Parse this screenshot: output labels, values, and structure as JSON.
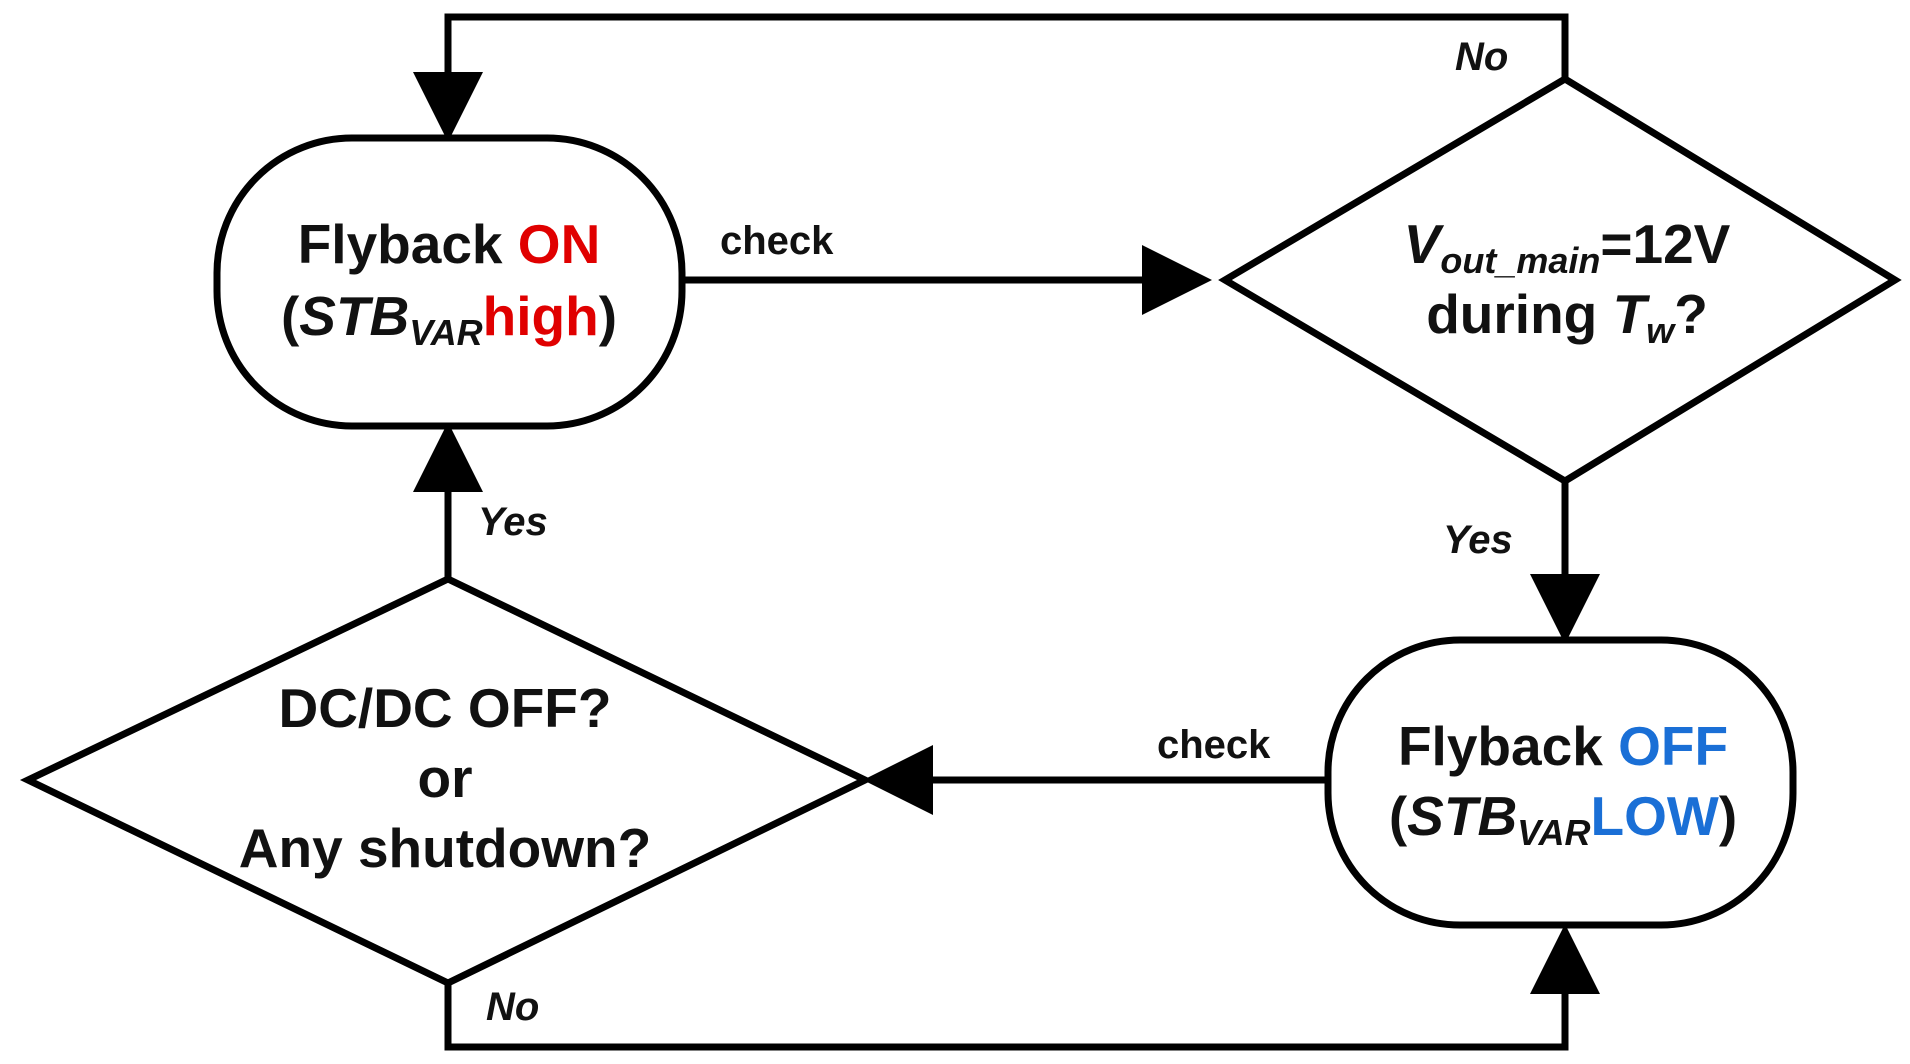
{
  "colors": {
    "stroke": "#000000",
    "text": "#111111",
    "on_accent": "#e00000",
    "off_accent": "#1a6fd6"
  },
  "state_on": {
    "line1_prefix": "Flyback ",
    "line1_accent": "ON",
    "paren_open": "(",
    "stb": "STB",
    "stb_sub": "VAR",
    "line2_accent": "high",
    "paren_close": ")"
  },
  "state_off": {
    "line1_prefix": "Flyback ",
    "line1_accent": "OFF",
    "paren_open": "(",
    "stb": "STB",
    "stb_sub": "VAR",
    "line2_accent": "LOW",
    "paren_close": ")"
  },
  "decision_vout": {
    "v": "V",
    "v_sub": "out_main",
    "eq": "=12V",
    "line2_prefix": "during ",
    "t": "T",
    "t_sub": "w",
    "q": "?"
  },
  "decision_dcdc": {
    "line1": "DC/DC OFF?",
    "line2": "or",
    "line3": "Any shutdown?"
  },
  "edges": {
    "check_top": "check",
    "check_bottom": "check",
    "no_top": "No",
    "yes_right": "Yes",
    "yes_left": "Yes",
    "no_bottom": "No"
  }
}
